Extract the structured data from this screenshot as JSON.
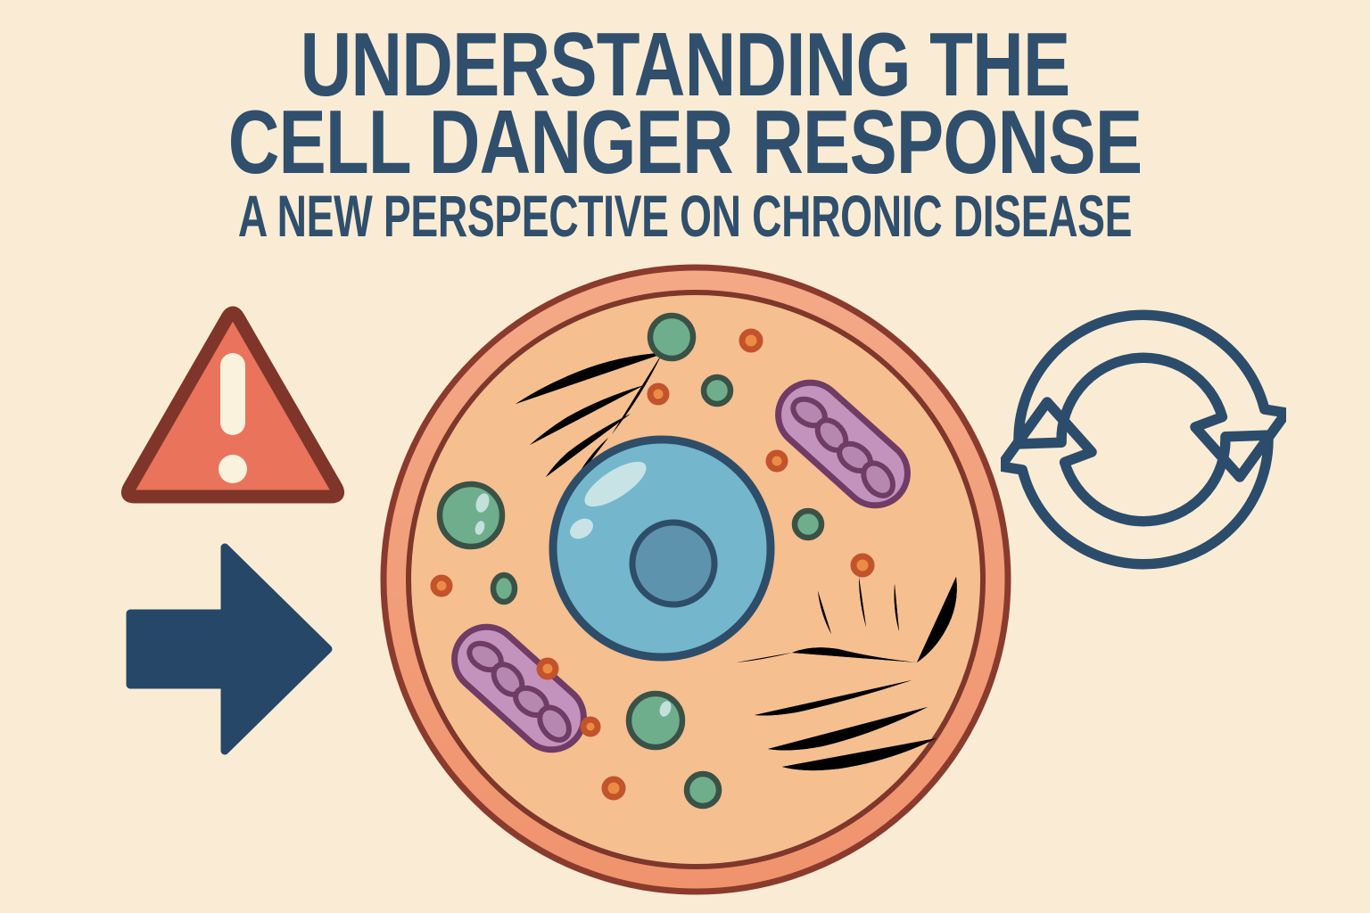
{
  "title": {
    "line1": "UNDERSTANDING THE",
    "line2": "CELL DANGER RESPONSE",
    "subtitle": "A NEW PERSPECTIVE ON CHRONIC DISEASE"
  },
  "icons": {
    "left_top": "warning-triangle",
    "left_bottom": "right-arrow",
    "center": "animal-cell-diagram",
    "right": "cycle-arrows"
  },
  "illustration": {
    "type": "animal-cell-diagram",
    "parts": [
      "cell-membrane",
      "cytoplasm",
      "nucleus",
      "nucleolus",
      "mitochondrion",
      "endoplasmic-reticulum",
      "vesicles",
      "granules"
    ]
  },
  "palette": {
    "bg": "#faecd4",
    "title": "#2f4f6d",
    "navy": "#2c4c6b",
    "arrow-navy": "#264767",
    "triangle-fill": "#e9735b",
    "triangle-stroke": "#7f352a",
    "exclaim": "#fbf2de",
    "membrane-fill": "#f0936d",
    "membrane-fill-light": "#f4a987",
    "membrane-stroke": "#8a3b2d",
    "inner-stroke": "#7e372b",
    "cytoplasm": "#f5bf90",
    "nucleus-fill": "#74b7cd",
    "nucleus-stroke": "#2e4d68",
    "nucleolus-fill": "#5e93ad",
    "nucleus-highlight": "#c8e3e6",
    "mito-fill": "#c392bd",
    "mito-stroke": "#6e3c64",
    "mito-crista": "#b687b0",
    "er-fill": "#f08c42",
    "er-stroke": "#8a3f2c",
    "vesicle-fill": "#6fae8d",
    "vesicle-stroke": "#3a5246",
    "vesicle-highlight": "#c4e0da",
    "dot-fill": "#ec8c44",
    "dot-stroke": "#c2532b"
  }
}
